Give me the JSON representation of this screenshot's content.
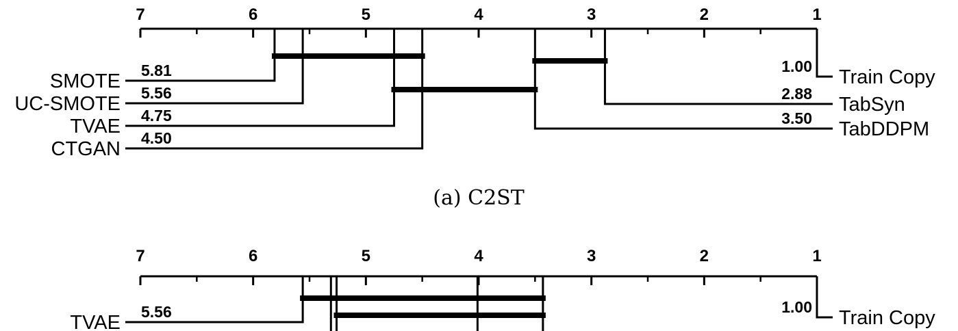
{
  "figure": {
    "caption_a": "(a) C2ST",
    "colors": {
      "ink": "#000000",
      "background": "#ffffff"
    }
  },
  "chart_data": [
    {
      "type": "cd-diagram",
      "subfigure": "a",
      "title": "C2ST",
      "axis": {
        "min": 1,
        "max": 7,
        "major_ticks": [
          7,
          6,
          5,
          4,
          3,
          2,
          1
        ],
        "minor_tick_step": 0.5,
        "orientation": "rank-1-on-right"
      },
      "methods_left": [
        {
          "label": "SMOTE",
          "rank": 5.81,
          "rank_text": "5.81"
        },
        {
          "label": "UC-SMOTE",
          "rank": 5.56,
          "rank_text": "5.56"
        },
        {
          "label": "TVAE",
          "rank": 4.75,
          "rank_text": "4.75"
        },
        {
          "label": "CTGAN",
          "rank": 4.5,
          "rank_text": "4.50"
        }
      ],
      "methods_right": [
        {
          "label": "Train Copy",
          "rank": 1.0,
          "rank_text": "1.00"
        },
        {
          "label": "TabSyn",
          "rank": 2.88,
          "rank_text": "2.88"
        },
        {
          "label": "TabDDPM",
          "rank": 3.5,
          "rank_text": "3.50"
        }
      ],
      "cliques": [
        {
          "from": 5.81,
          "to": 4.5,
          "level": 0
        },
        {
          "from": 3.5,
          "to": 2.88,
          "level": 1
        },
        {
          "from": 4.75,
          "to": 3.5,
          "level": 2
        }
      ]
    },
    {
      "type": "cd-diagram",
      "subfigure": "b",
      "title": "",
      "clipped_at_bottom": true,
      "axis": {
        "min": 1,
        "max": 7,
        "major_ticks": [
          7,
          6,
          5,
          4,
          3,
          2,
          1
        ],
        "minor_tick_step": 0.5,
        "orientation": "rank-1-on-right"
      },
      "methods_left": [
        {
          "label": "TVAE",
          "rank": 5.56,
          "rank_text": "5.56"
        }
      ],
      "methods_right": [
        {
          "label": "Train Copy",
          "rank": 1.0,
          "rank_text": "1.00"
        }
      ],
      "unlabeled_ranks": [
        5.31,
        5.26,
        4.01,
        3.43
      ],
      "cliques": [
        {
          "from": 5.56,
          "to": 3.43,
          "level": 0
        },
        {
          "from": 5.26,
          "to": 3.43,
          "level": 1
        }
      ]
    }
  ]
}
